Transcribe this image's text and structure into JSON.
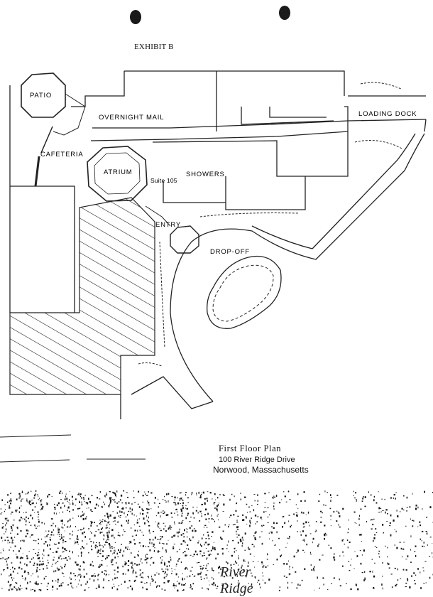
{
  "header": {
    "exhibit_label": "EXHIBIT B"
  },
  "plan_labels": {
    "patio": "PATIO",
    "overnight_mail": "OVERNIGHT MAIL",
    "loading_dock": "LOADING DOCK",
    "cafeteria": "CAFETERIA",
    "atrium": "ATRIUM",
    "suite": "Suite 105",
    "showers": "SHOWERS",
    "entry": "ENTRY",
    "drop_off": "DROP-OFF"
  },
  "caption": {
    "title": "First Floor Plan",
    "address_line1": "100 River Ridge Drive",
    "address_line2": "Norwood, Massachusetts"
  },
  "logo": {
    "text": "River Ridge"
  }
}
